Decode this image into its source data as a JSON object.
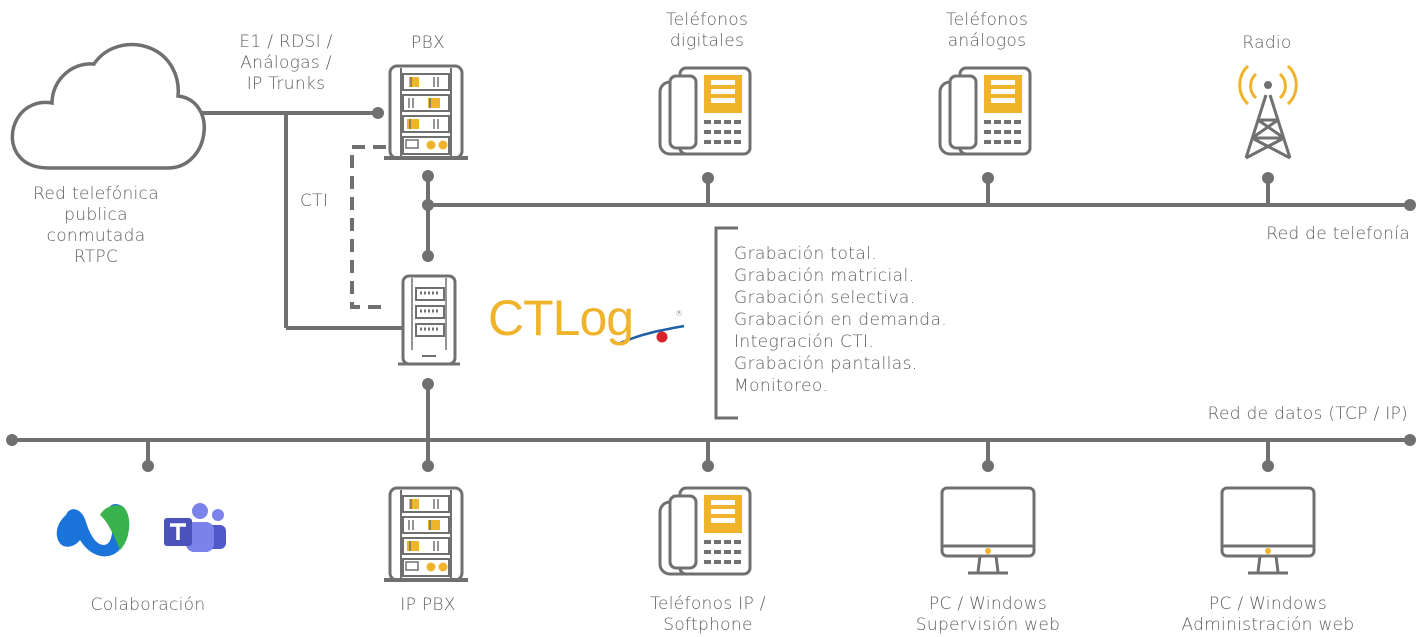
{
  "labels": {
    "e1": [
      "E1 / RDSI /",
      "Análogas /",
      "IP Trunks"
    ],
    "pbx": "PBX",
    "cti": "CTI",
    "pstn": [
      "Red telefónica",
      "publica",
      "conmutada",
      "RTPC"
    ],
    "digital_phones": [
      "Teléfonos",
      "digitales"
    ],
    "analog_phones": [
      "Teléfonos",
      "análogos"
    ],
    "radio": "Radio",
    "phone_network": "Red de telefonía",
    "data_network": "Red de datos (TCP / IP)",
    "collaboration": "Colaboración",
    "ip_pbx": "IP PBX",
    "ip_phones": [
      "Teléfonos  IP /",
      "Softphone"
    ],
    "pc_supervision": [
      "PC / Windows",
      "Supervisión web"
    ],
    "pc_admin": [
      "PC / Windows",
      "Administración web"
    ]
  },
  "brand": {
    "name": "CTLog",
    "trademark": "®"
  },
  "features": [
    "Grabación total.",
    "Grabación matricial.",
    "Grabación selectiva.",
    "Grabación en demanda.",
    "Integración CTI.",
    "Grabación pantallas.",
    "Monitoreo."
  ],
  "colors": {
    "line": "#707070",
    "accent": "#f0b42c",
    "brand": "#f0b42c",
    "brand_swoosh": "#1f5fa8",
    "brand_dot": "#d8232a",
    "webex_blue": "#1a74d9",
    "webex_green": "#37b24d",
    "teams": "#5059c9"
  },
  "icons": [
    "cloud-icon",
    "pbx-rack-icon",
    "recorder-server-icon",
    "desk-phone-icon",
    "radio-tower-icon",
    "webex-logo-icon",
    "teams-logo-icon",
    "monitor-icon"
  ]
}
